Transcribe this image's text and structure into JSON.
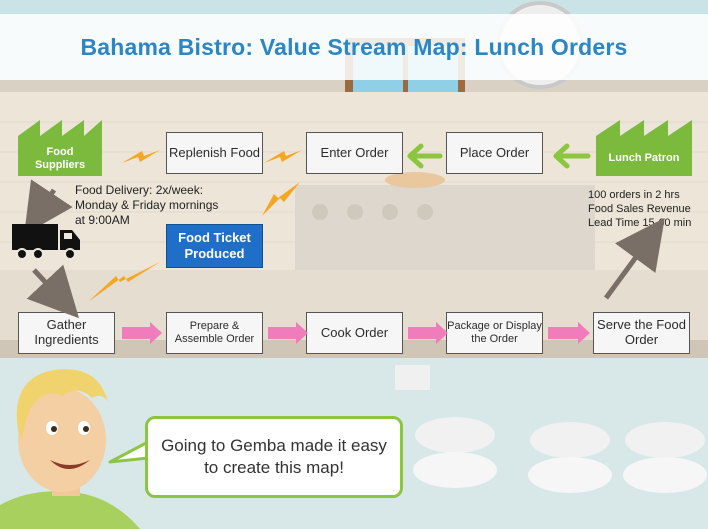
{
  "title": "Bahama Bistro: Value Stream Map: Lunch Orders",
  "colors": {
    "factory_green": "#7cba3d",
    "process_arrow_pink": "#f07cbc",
    "info_arrow_green": "#8cc63f",
    "lightning_orange": "#f5a623",
    "ticket_blue": "#1f6fc8",
    "title_blue": "#2b86c5",
    "push_arrow_gray": "#7a6f66"
  },
  "factories": {
    "suppliers": "Food Suppliers",
    "patron": "Lunch Patron"
  },
  "top_processes": {
    "replenish": "Replenish Food",
    "enter": "Enter Order",
    "place": "Place Order"
  },
  "bottom_processes": {
    "gather": "Gather Ingredients",
    "prepare": "Prepare & Assemble Order",
    "cook": "Cook Order",
    "package": "Package or Display the Order",
    "serve": "Serve the Food Order"
  },
  "notes": {
    "delivery_1": "Food Delivery: 2x/week:",
    "delivery_2": "Monday & Friday mornings",
    "delivery_3": "at 9:00AM",
    "patron_1": "100 orders in 2 hrs",
    "patron_2": "Food Sales Revenue",
    "patron_3": "Lead Time 15-60 min"
  },
  "ticket": "Food Ticket Produced",
  "speech_bubble": "Going to Gemba made it easy to create this map!",
  "icons": {
    "truck": "truck-icon",
    "factory": "factory-icon",
    "lightning": "lightning-arrow-icon",
    "avatar": "cartoon-man-avatar"
  }
}
